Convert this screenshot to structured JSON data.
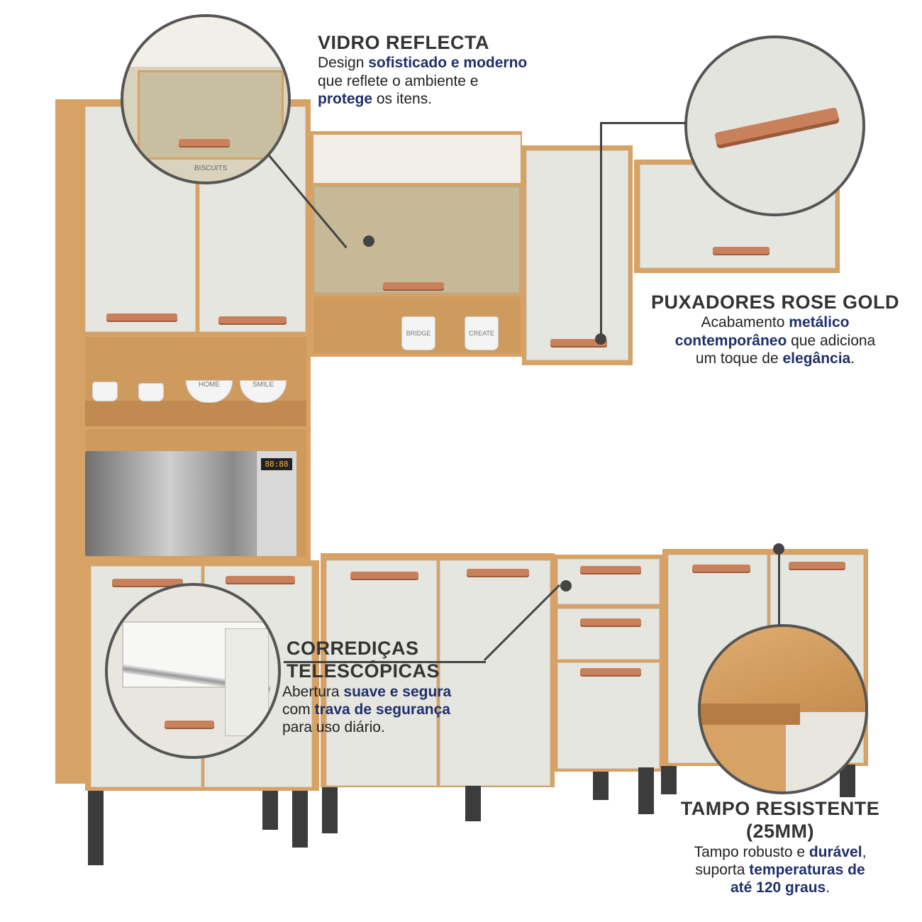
{
  "features": {
    "vidro": {
      "title": "VIDRO REFLECTA",
      "line1_a": "Design ",
      "line1_b": "sofisticado e moderno",
      "line2": "que reflete o ambiente e",
      "line3_a": "protege",
      "line3_b": " os itens."
    },
    "puxadores": {
      "title": "PUXADORES ROSE GOLD",
      "line1_a": "Acabamento ",
      "line1_b": "metálico",
      "line2_a": "contemporâneo",
      "line2_b": " que adiciona",
      "line3_a": "um toque de ",
      "line3_b": "elegância",
      "line3_c": "."
    },
    "corredicas": {
      "title1": "CORREDIÇAS",
      "title2": "TELESCÓPICAS",
      "line1_a": "Abertura ",
      "line1_b": "suave e segura",
      "line2_a": "com ",
      "line2_b": "trava de segurança",
      "line3": "para uso diário."
    },
    "tampo": {
      "title1": "TAMPO RESISTENTE",
      "title2": "(25MM)",
      "line1_a": "Tampo robusto e ",
      "line1_b": "durável",
      "line1_c": ",",
      "line2_a": "suporta ",
      "line2_b": "temperaturas de",
      "line3_a": "até 120 graus",
      "line3_b": "."
    }
  },
  "decor": {
    "bowl1": "HOME",
    "bowl2": "SMILE",
    "mug1": "BRIDGE",
    "mug2": "CREATE",
    "jar1": "BISCUITS",
    "microwave_display": "88:88"
  },
  "colors": {
    "wood": "#d7a266",
    "door": "#e6e6e0",
    "handle_rose_gold": "#c9815c",
    "highlight": "#1f2f6b"
  }
}
